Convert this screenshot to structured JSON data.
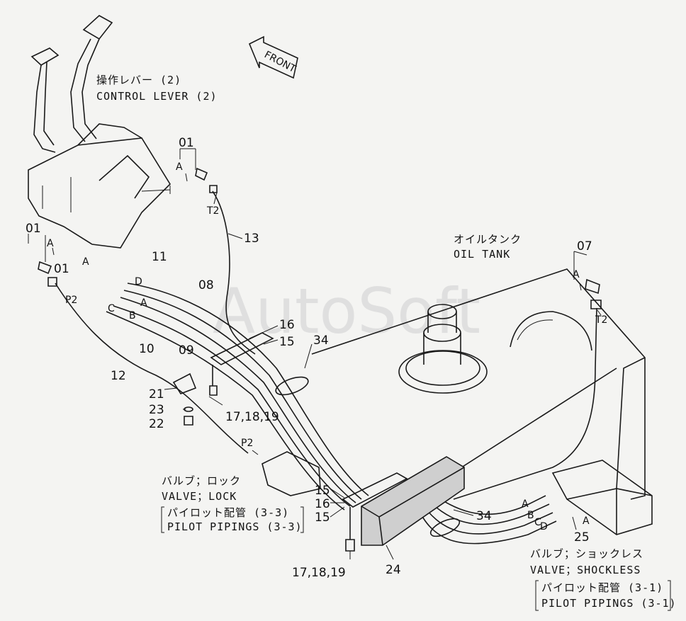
{
  "watermark": "AutoSoft",
  "front_arrow": "FRONT",
  "control_lever": {
    "jp": "操作レバー (2)",
    "en": "CONTROL LEVER (2)"
  },
  "oil_tank": {
    "jp": "オイルタンク",
    "en": "OIL TANK"
  },
  "valve_lock": {
    "jp": "バルブ；ロック",
    "en": "VALVE；LOCK",
    "ref_jp": "パイロット配管 (3-3)",
    "ref_en": "PILOT PIPINGS (3-3)"
  },
  "valve_shockless": {
    "jp": "バルブ；ショックレス",
    "en": "VALVE；SHOCKLESS",
    "ref_jp": "パイロット配管 (3-1)",
    "ref_en": "PILOT PIPINGS (3-1)"
  },
  "parts": {
    "p01a": "01",
    "p01b": "01",
    "p01c": "01",
    "p07": "07",
    "p08": "08",
    "p09": "09",
    "p10": "10",
    "p11": "11",
    "p12": "12",
    "p13": "13",
    "p15a": "15",
    "p16a": "16",
    "p15b": "15",
    "p16b": "16",
    "p15c": "15",
    "p171819a": "17,18,19",
    "p171819b": "17,18,19",
    "p21": "21",
    "p22": "22",
    "p23": "23",
    "p24": "24",
    "p25": "25",
    "p34a": "34",
    "p34b": "34"
  },
  "ports": {
    "a1": "A",
    "a2": "A",
    "a3": "A",
    "a4": "A",
    "a5": "A",
    "a6": "A",
    "a7": "A",
    "b1": "B",
    "b2": "B",
    "c1": "C",
    "c2": "C",
    "d1": "D",
    "d2": "D",
    "t2a": "T2",
    "t2b": "T2",
    "p2a": "P2",
    "p2b": "P2"
  }
}
